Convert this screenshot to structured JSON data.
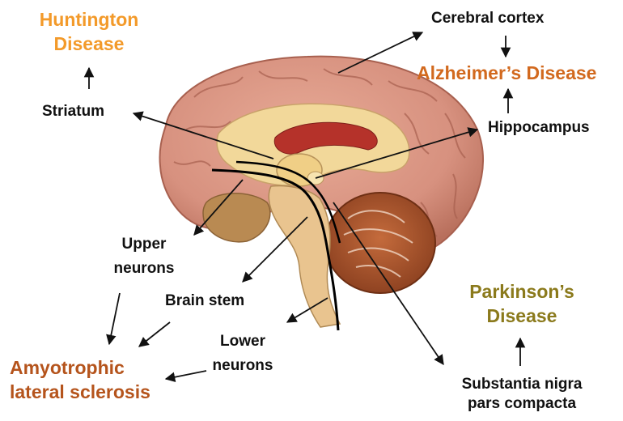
{
  "colors": {
    "huntington": "#f39a2a",
    "alzheimer": "#d2691e",
    "als": "#b5541c",
    "parkinson": "#8b7a1c",
    "label": "#111111",
    "cortex": "#d7917f",
    "cortex_dark": "#a8604f",
    "cerebellum": "#a8532a",
    "brainstem": "#e9c48f",
    "inner": "#f2d89a",
    "red_structure": "#b5322a"
  },
  "diseases": {
    "huntington": [
      "Huntington",
      "Disease"
    ],
    "alzheimer": "Alzheimer’s Disease",
    "als": [
      "Amyotrophic",
      "lateral sclerosis"
    ],
    "parkinson": [
      "Parkinson’s",
      "Disease"
    ]
  },
  "structures": {
    "striatum": "Striatum",
    "cerebral_cortex": "Cerebral cortex",
    "hippocampus": "Hippocampus",
    "upper_neurons": [
      "Upper",
      "neurons"
    ],
    "brain_stem": "Brain stem",
    "lower_neurons": [
      "Lower",
      "neurons"
    ],
    "substantia_nigra": [
      "Substantia nigra",
      "pars compacta"
    ]
  },
  "arrow_icon": "arrow-icon"
}
